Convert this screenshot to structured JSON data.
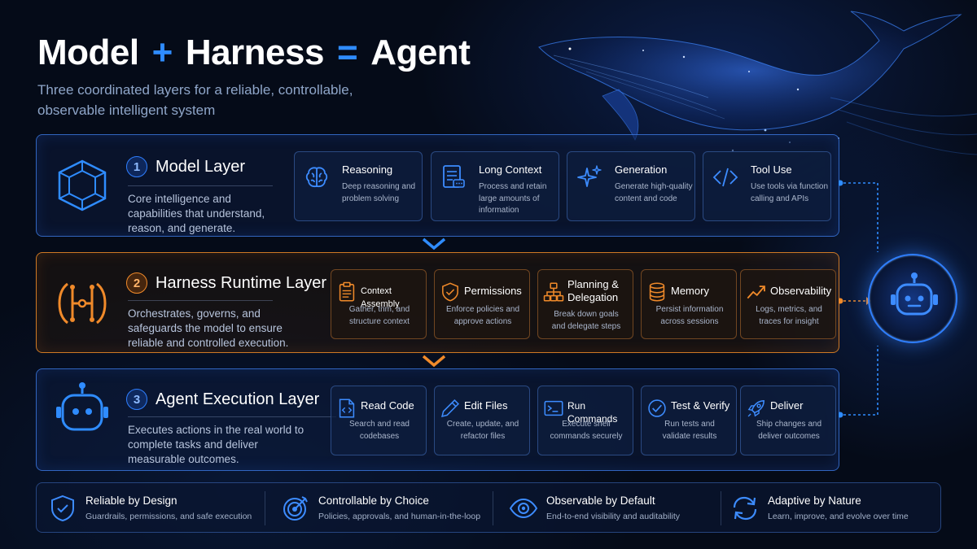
{
  "header": {
    "title_model": "Model",
    "title_plus": "+",
    "title_harness": "Harness",
    "title_equals": "=",
    "title_agent": "Agent",
    "subtitle": "Three coordinated layers for a reliable, controllable, observable intelligent system"
  },
  "layers": [
    {
      "number": "1",
      "title": "Model Layer",
      "description": "Core intelligence and capabilities that understand, reason, and generate.",
      "cards": [
        {
          "title": "Reasoning",
          "desc": "Deep reasoning and problem solving",
          "icon": "brain-icon"
        },
        {
          "title": "Long Context",
          "desc": "Process and retain large amounts of information",
          "icon": "document-chat-icon"
        },
        {
          "title": "Generation",
          "desc": "Generate high-quality content and code",
          "icon": "sparkle-icon"
        },
        {
          "title": "Tool Use",
          "desc": "Use tools via function calling and APIs",
          "icon": "code-icon"
        }
      ]
    },
    {
      "number": "2",
      "title": "Harness Runtime Layer",
      "description": "Orchestrates, governs, and safeguards the model to ensure reliable and controlled execution.",
      "cards": [
        {
          "title": "Context Assembly",
          "desc": "Gather, trim, and structure context",
          "icon": "clipboard-icon"
        },
        {
          "title": "Permissions",
          "desc": "Enforce policies and approve actions",
          "icon": "shield-check-icon"
        },
        {
          "title": "Planning & Delegation",
          "desc": "Break down goals and delegate steps",
          "icon": "hierarchy-icon"
        },
        {
          "title": "Memory",
          "desc": "Persist information across sessions",
          "icon": "database-icon"
        },
        {
          "title": "Observability",
          "desc": "Logs, metrics, and traces for insight",
          "icon": "trend-chart-icon"
        }
      ]
    },
    {
      "number": "3",
      "title": "Agent Execution Layer",
      "description": "Executes actions in the real world to complete tasks and deliver measurable outcomes.",
      "cards": [
        {
          "title": "Read Code",
          "desc": "Search and read codebases",
          "icon": "code-file-icon"
        },
        {
          "title": "Edit Files",
          "desc": "Create, update, and refactor files",
          "icon": "pencil-icon"
        },
        {
          "title": "Run Commands",
          "desc": "Execute shell commands securely",
          "icon": "terminal-icon"
        },
        {
          "title": "Test & Verify",
          "desc": "Run tests and validate results",
          "icon": "check-circle-icon"
        },
        {
          "title": "Deliver",
          "desc": "Ship changes and deliver outcomes",
          "icon": "rocket-icon"
        }
      ]
    }
  ],
  "footer": [
    {
      "title": "Reliable by Design",
      "desc": "Guardrails, permissions, and safe execution",
      "icon": "shield-check-icon"
    },
    {
      "title": "Controllable by Choice",
      "desc": "Policies, approvals, and human-in-the-loop",
      "icon": "target-icon"
    },
    {
      "title": "Observable by Default",
      "desc": "End-to-end visibility and auditability",
      "icon": "eye-icon"
    },
    {
      "title": "Adaptive by Nature",
      "desc": "Learn, improve, and evolve over time",
      "icon": "refresh-icon"
    }
  ],
  "colors": {
    "background": "#050b18",
    "blue_accent": "#2f8cff",
    "orange_accent": "#f08a2a"
  }
}
